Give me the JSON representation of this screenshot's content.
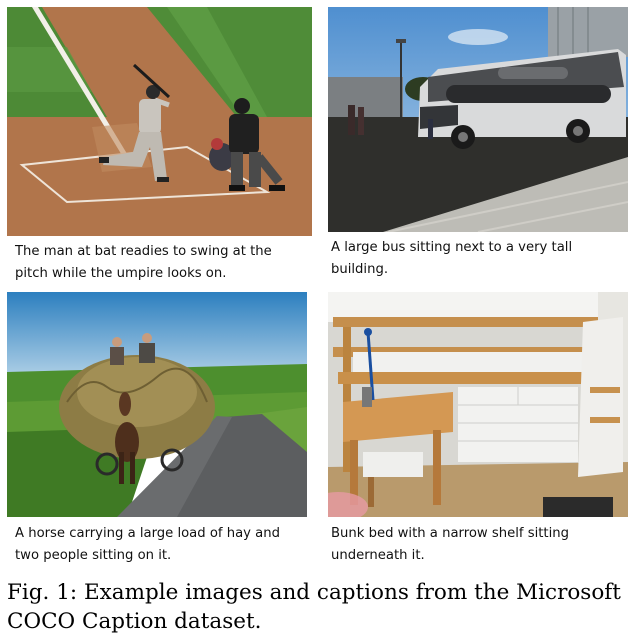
{
  "figure": {
    "panels": [
      {
        "image_icon": "baseball-scene-icon",
        "caption_lines": [
          "The man at bat readies to swing at the",
          "pitch while the umpire looks on."
        ]
      },
      {
        "image_icon": "bus-scene-icon",
        "caption_lines": [
          "A large bus sitting next to a very tall",
          "building."
        ]
      },
      {
        "image_icon": "hay-cart-scene-icon",
        "caption_lines": [
          "A horse carrying a large load of hay and",
          "two people sitting on it."
        ]
      },
      {
        "image_icon": "bunk-bed-scene-icon",
        "caption_lines": [
          "Bunk bed with a narrow shelf sitting",
          "underneath it."
        ]
      }
    ],
    "caption_lines": [
      "Fig. 1: Example images and captions from the Microsoft",
      "COCO Caption dataset."
    ]
  }
}
